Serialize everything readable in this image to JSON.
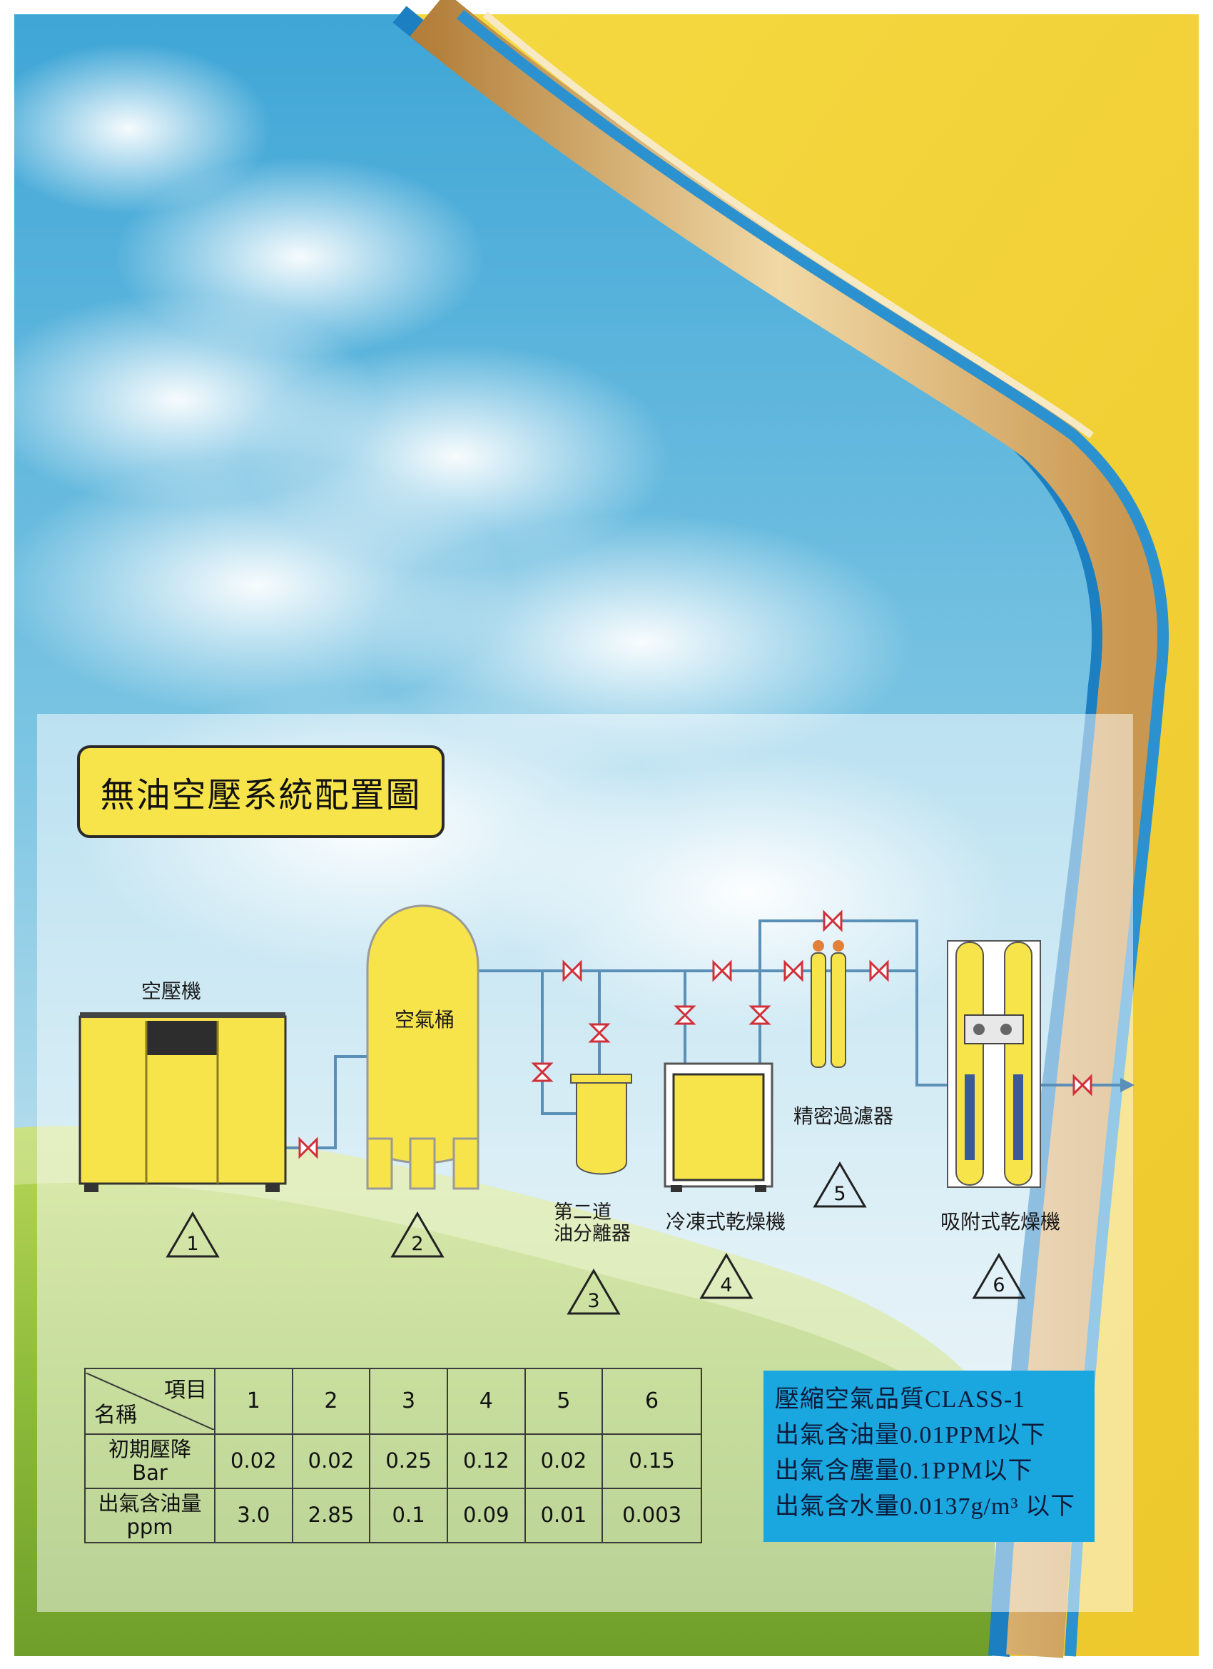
{
  "title": "無油空壓系統配置圖",
  "components": [
    {
      "id": "1",
      "name": "空壓機"
    },
    {
      "id": "2",
      "name": "空氣桶"
    },
    {
      "id": "3",
      "name_line1": "第二道",
      "name_line2": "油分離器"
    },
    {
      "id": "4",
      "name": "冷凍式乾燥機"
    },
    {
      "id": "5",
      "name": "精密過濾器"
    },
    {
      "id": "6",
      "name": "吸附式乾燥機"
    }
  ],
  "table": {
    "corner_top": "項目",
    "corner_bottom": "名稱",
    "columns": [
      "1",
      "2",
      "3",
      "4",
      "5",
      "6"
    ],
    "rows": [
      {
        "label_line1": "初期壓降",
        "label_line2": "Bar",
        "values": [
          "0.02",
          "0.02",
          "0.25",
          "0.12",
          "0.02",
          "0.15"
        ]
      },
      {
        "label_line1": "出氣含油量",
        "label_line2": "ppm",
        "values": [
          "3.0",
          "2.85",
          "0.1",
          "0.09",
          "0.01",
          "0.003"
        ]
      }
    ]
  },
  "quality": {
    "lines": [
      "壓縮空氣品質CLASS-1",
      "出氣含油量0.01PPM以下",
      "出氣含塵量0.1PPM以下",
      "出氣含水量0.0137g/m³ 以下"
    ]
  },
  "colors": {
    "background_yellow": "#f2d43a",
    "sky_blue": "#5ab6dc",
    "equipment_yellow": "#f7e44a",
    "pipe_blue": "#4a90c8",
    "valve_red": "#d0303a",
    "quality_box": "#1aa7e0"
  }
}
